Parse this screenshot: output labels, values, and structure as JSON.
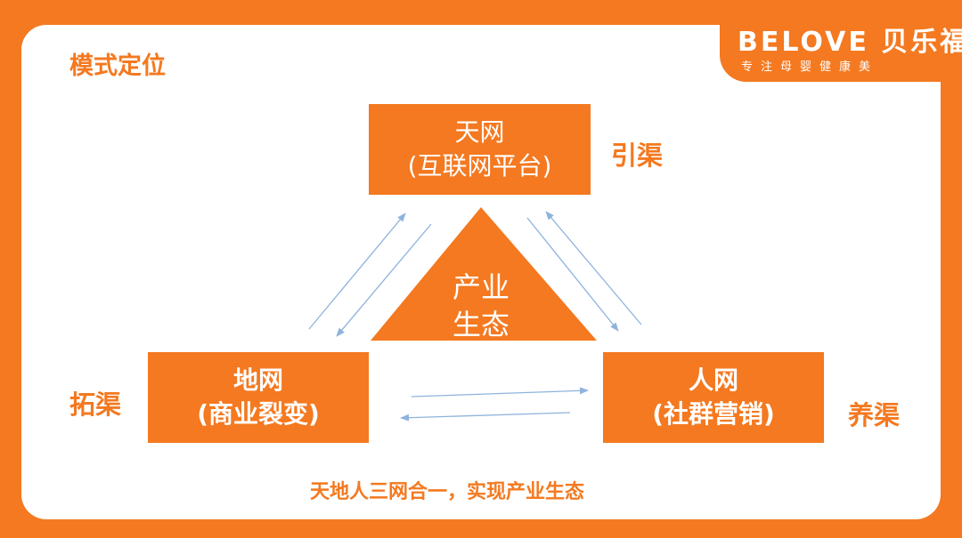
{
  "brand": {
    "logo_text": "BELOVE 贝乐福",
    "tagline": "专注母婴健康美"
  },
  "page_title": "模式定位",
  "nodes": {
    "top": {
      "line1": "天网",
      "line2": "(互联网平台)"
    },
    "left": {
      "line1": "地网",
      "line2": "(商业裂变)"
    },
    "right": {
      "line1": "人网",
      "line2": "(社群营销)"
    }
  },
  "center": {
    "line1": "产业",
    "line2": "生态"
  },
  "side_labels": {
    "top_right": "引渠",
    "left": "拓渠",
    "right": "养渠"
  },
  "footer_text": "天地人三网合一，实现产业生态",
  "colors": {
    "accent": "#f47920",
    "background": "#ffffff",
    "arrow": "#8fb3dc"
  }
}
